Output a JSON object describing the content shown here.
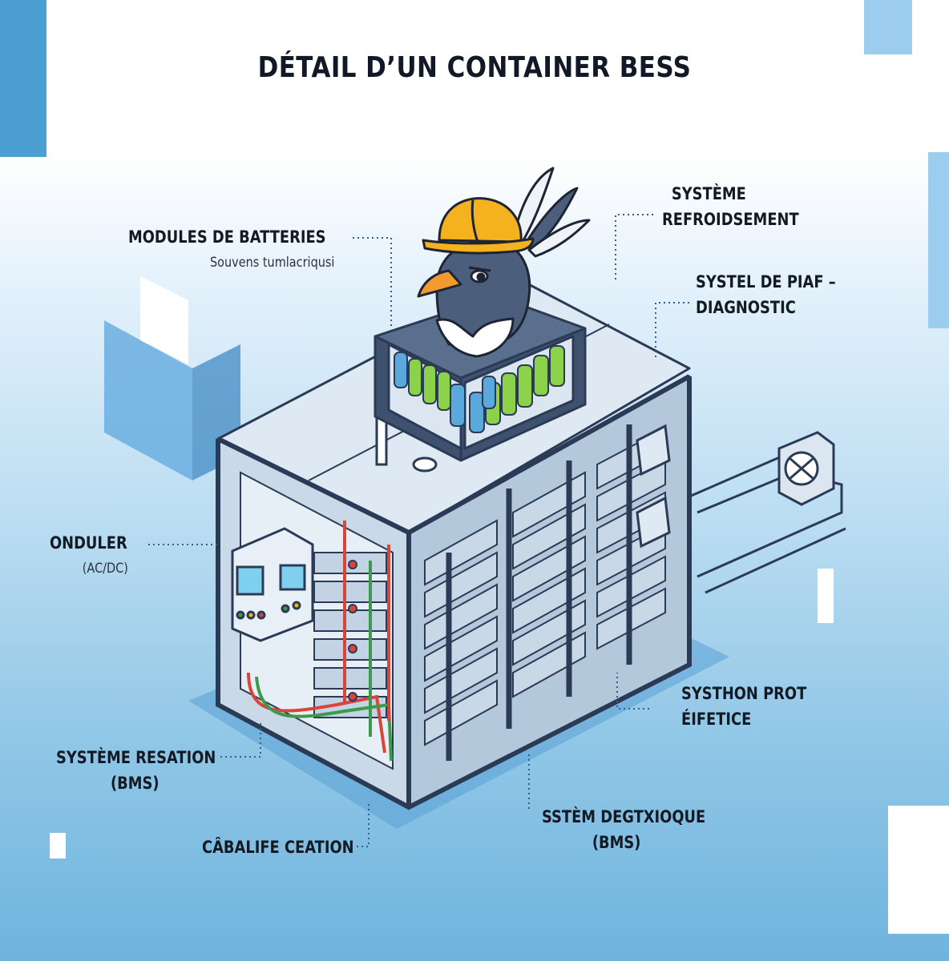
{
  "title": "DÉTAIL D’UN CONTAINER BESS",
  "labels": {
    "modules": {
      "line1": "MODULES DE BATTERIES",
      "line2": "Souvens tumlacriqusi"
    },
    "cooling": {
      "line1": "SYSTÈME",
      "line2": "REFROIDSEMENT"
    },
    "diagnostic": {
      "line1": "SYSTEL DE PIAF –",
      "line2": "DIAGNOSTIC"
    },
    "inverter": {
      "line1": "ONDULER",
      "line2": "(AC/DC)"
    },
    "protection": {
      "line1": "SYSTHON PROT",
      "line2": "ÉIFETICE"
    },
    "bms_left": {
      "line1": "SYSTÈME RESATION",
      "line2": "(BMS)"
    },
    "cabling": {
      "line1": "CÂBALIFE CEATION"
    },
    "bms_bottom": {
      "line1": "SSTÈM DEGTXIOQUE",
      "line2": "(BMS)"
    }
  },
  "colors": {
    "frame": "#2b3a55",
    "container_light": "#d7e4f0",
    "container_mid": "#9fb6cc",
    "battery_green": "#8cd14a",
    "battery_blue": "#5aa8dc",
    "helmet": "#f4b21e",
    "beak": "#f29a2e",
    "bird_body": "#4b5f7d"
  },
  "icons": [
    "mascot-bird-with-hard-hat",
    "battery-cell",
    "cooling-fan",
    "control-panel"
  ]
}
